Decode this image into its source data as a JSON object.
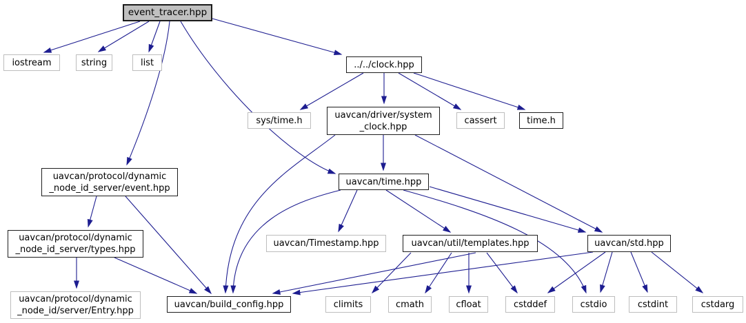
{
  "diagram": {
    "kind": "include dependency graph",
    "root_file": "event_tracer.hpp",
    "colors": {
      "edge": "#1d1d90",
      "linked_node_border": "#1d1d1d",
      "external_node_border": "#bdbdbd",
      "current_node_fill": "#c0c0c0",
      "background": "#ffffff"
    }
  },
  "nodes": {
    "event_tracer": {
      "label": "event_tracer.hpp"
    },
    "iostream": {
      "label": "iostream"
    },
    "string": {
      "label": "string"
    },
    "list": {
      "label": "list"
    },
    "clock": {
      "label": "../../clock.hpp"
    },
    "sys_time": {
      "label": "sys/time.h"
    },
    "system_clock": {
      "label": "uavcan/driver/system\n_clock.hpp"
    },
    "cassert": {
      "label": "cassert"
    },
    "time_h": {
      "label": "time.h"
    },
    "event": {
      "label": "uavcan/protocol/dynamic\n_node_id_server/event.hpp"
    },
    "time_hpp": {
      "label": "uavcan/time.hpp"
    },
    "types": {
      "label": "uavcan/protocol/dynamic\n_node_id_server/types.hpp"
    },
    "timestamp": {
      "label": "uavcan/Timestamp.hpp"
    },
    "templates": {
      "label": "uavcan/util/templates.hpp"
    },
    "std": {
      "label": "uavcan/std.hpp"
    },
    "entry": {
      "label": "uavcan/protocol/dynamic\n_node_id/server/Entry.hpp"
    },
    "build_config": {
      "label": "uavcan/build_config.hpp"
    },
    "climits": {
      "label": "climits"
    },
    "cmath": {
      "label": "cmath"
    },
    "cfloat": {
      "label": "cfloat"
    },
    "cstddef": {
      "label": "cstddef"
    },
    "cstdio": {
      "label": "cstdio"
    },
    "cstdint": {
      "label": "cstdint"
    },
    "cstdarg": {
      "label": "cstdarg"
    }
  },
  "edges": [
    {
      "from": "event_tracer",
      "to": "iostream"
    },
    {
      "from": "event_tracer",
      "to": "string"
    },
    {
      "from": "event_tracer",
      "to": "list"
    },
    {
      "from": "event_tracer",
      "to": "clock"
    },
    {
      "from": "event_tracer",
      "to": "event"
    },
    {
      "from": "event_tracer",
      "to": "time_hpp"
    },
    {
      "from": "clock",
      "to": "sys_time"
    },
    {
      "from": "clock",
      "to": "system_clock"
    },
    {
      "from": "clock",
      "to": "cassert"
    },
    {
      "from": "clock",
      "to": "time_h"
    },
    {
      "from": "system_clock",
      "to": "time_hpp"
    },
    {
      "from": "system_clock",
      "to": "build_config"
    },
    {
      "from": "system_clock",
      "to": "std"
    },
    {
      "from": "time_hpp",
      "to": "timestamp"
    },
    {
      "from": "time_hpp",
      "to": "templates"
    },
    {
      "from": "time_hpp",
      "to": "std"
    },
    {
      "from": "time_hpp",
      "to": "cstdio"
    },
    {
      "from": "time_hpp",
      "to": "build_config"
    },
    {
      "from": "event",
      "to": "types"
    },
    {
      "from": "event",
      "to": "build_config"
    },
    {
      "from": "types",
      "to": "entry"
    },
    {
      "from": "types",
      "to": "build_config"
    },
    {
      "from": "templates",
      "to": "climits"
    },
    {
      "from": "templates",
      "to": "cmath"
    },
    {
      "from": "templates",
      "to": "cfloat"
    },
    {
      "from": "templates",
      "to": "cstddef"
    },
    {
      "from": "templates",
      "to": "build_config"
    },
    {
      "from": "std",
      "to": "cstddef"
    },
    {
      "from": "std",
      "to": "cstdio"
    },
    {
      "from": "std",
      "to": "cstdint"
    },
    {
      "from": "std",
      "to": "cstdarg"
    },
    {
      "from": "std",
      "to": "build_config"
    }
  ]
}
